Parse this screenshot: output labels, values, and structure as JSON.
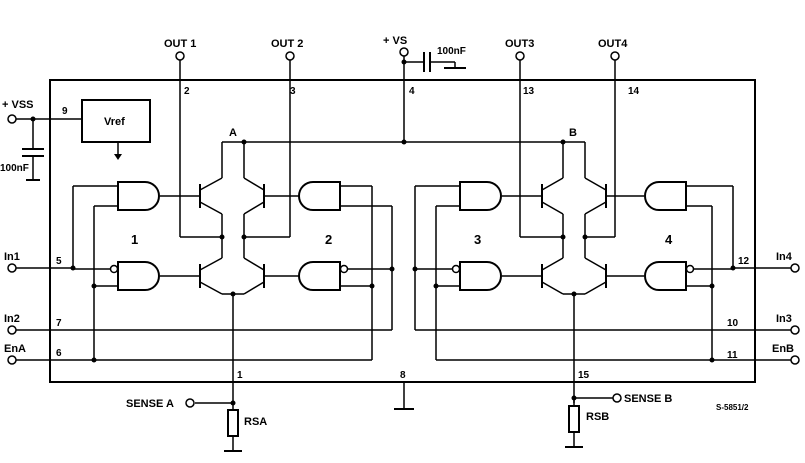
{
  "diagram": {
    "outputs": [
      {
        "label": "OUT 1",
        "pin": "2"
      },
      {
        "label": "OUT 2",
        "pin": "3"
      },
      {
        "label": "OUT3",
        "pin": "13"
      },
      {
        "label": "OUT4",
        "pin": "14"
      }
    ],
    "supply": {
      "label": "+ VS",
      "pin": "4",
      "cap": "100nF"
    },
    "logic_supply": {
      "label": "+ VSS",
      "pin": "9",
      "cap": "100nF"
    },
    "vref": "Vref",
    "nodes": {
      "a": "A",
      "b": "B"
    },
    "bridges": [
      "1",
      "2",
      "3",
      "4"
    ],
    "inputs_left": [
      {
        "label": "In1",
        "pin": "5"
      },
      {
        "label": "In2",
        "pin": "7"
      },
      {
        "label": "EnA",
        "pin": "6"
      }
    ],
    "inputs_right": [
      {
        "label": "In4",
        "pin": "12"
      },
      {
        "label": "In3",
        "pin": "10"
      },
      {
        "label": "EnB",
        "pin": "11"
      }
    ],
    "sense": {
      "a_label": "SENSE A",
      "a_pin": "1",
      "ra": "RSA",
      "b_label": "SENSE B",
      "b_pin": "15",
      "rb": "RSB"
    },
    "gnd_pin": "8",
    "code": "S-5851/2"
  }
}
